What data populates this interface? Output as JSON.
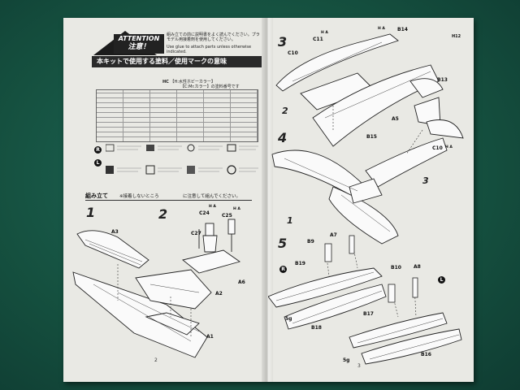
{
  "attention": {
    "heading_en": "ATTENTION",
    "heading_jp": "注意！",
    "note_jp": "組み立ての前に説明書をよく読んでください。プラモデル用接着剤を使用してください。",
    "note_en": "Use glue to attach parts unless otherwise indicated."
  },
  "banner": {
    "title": "本キットで使用する塗料／使用マークの意味"
  },
  "paint_note": {
    "legend_hc": "HC",
    "legend_text": "【H:水性ホビーカラー】",
    "legend_text2": "【C:Mr.カラー】の塗料番号です"
  },
  "assembly_header": {
    "label": "組み立て",
    "text": "※接着しないところ",
    "text2": "に注意して組んでください。"
  },
  "left_page": {
    "step1": "1",
    "step2": "2",
    "parts": {
      "A3": "A3",
      "A2": "A2",
      "A1": "A1",
      "A6": "A6",
      "C27": "C27",
      "C24": "C24",
      "C25": "C25",
      "hc1": "H A",
      "hc2": "H A"
    },
    "legend_R": "R",
    "legend_L": "L",
    "page_number": "2"
  },
  "right_page": {
    "step3": "3",
    "step4": "4",
    "step5": "5",
    "parts": {
      "C11": "C11",
      "C10": "C10",
      "B14": "B14",
      "H12": "H12",
      "B13": "B13",
      "A5": "A5",
      "B15": "B15",
      "C10b": "C10",
      "p2": "2",
      "p3": "3",
      "p1": "1",
      "B9": "B9",
      "A7": "A7",
      "B19": "B19",
      "B10": "B10",
      "A8": "A8",
      "B18": "B18",
      "B17": "B17",
      "B16": "B16",
      "R": "R",
      "L": "L",
      "w5g1": "5g",
      "w5g2": "5g",
      "ha1": "H A",
      "ha2": "H A",
      "ha3": "H A"
    },
    "page_number": "3"
  },
  "colors": {
    "background": "#164f44",
    "paper": "#e9e9e4",
    "ink": "#111111"
  }
}
